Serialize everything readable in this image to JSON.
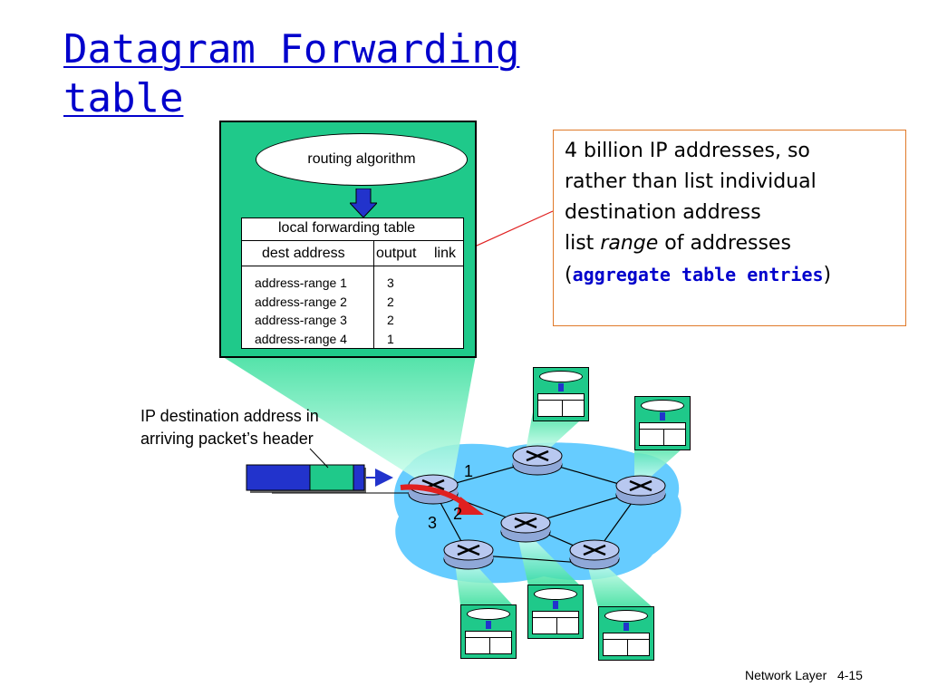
{
  "title": {
    "line1": "Datagram Forwarding",
    "line2": "table"
  },
  "router_detail": {
    "algorithm_label": "routing algorithm",
    "table": {
      "caption": "local forwarding table",
      "col_dest": "dest address",
      "col_output": "output",
      "col_link": "link",
      "rows": [
        {
          "dest": "address-range 1",
          "link": "3"
        },
        {
          "dest": "address-range 2",
          "link": "2"
        },
        {
          "dest": "address-range 3",
          "link": "2"
        },
        {
          "dest": "address-range 4",
          "link": "1"
        }
      ]
    }
  },
  "callout": {
    "line1": "4 billion IP addresses, so",
    "line2": "rather than list individual",
    "line3": "destination address",
    "line4_pre": "list ",
    "line4_em": "range",
    "line4_post": " of addresses",
    "line5_open": "(",
    "line5_em": "aggregate table entries",
    "line5_close": ")"
  },
  "packet_label": {
    "line1": "IP destination address in",
    "line2": "arriving packet’s header"
  },
  "ports": {
    "p1": "1",
    "p2": "2",
    "p3": "3"
  },
  "footer": {
    "section": "Network Layer",
    "page": "4-15"
  },
  "colors": {
    "title": "#0000cc",
    "router_box": "#1fc98a",
    "cloud": "#66ccff",
    "callout_border": "#e07a2a",
    "arrow_red": "#e02020",
    "packet_blue": "#2233cc"
  }
}
